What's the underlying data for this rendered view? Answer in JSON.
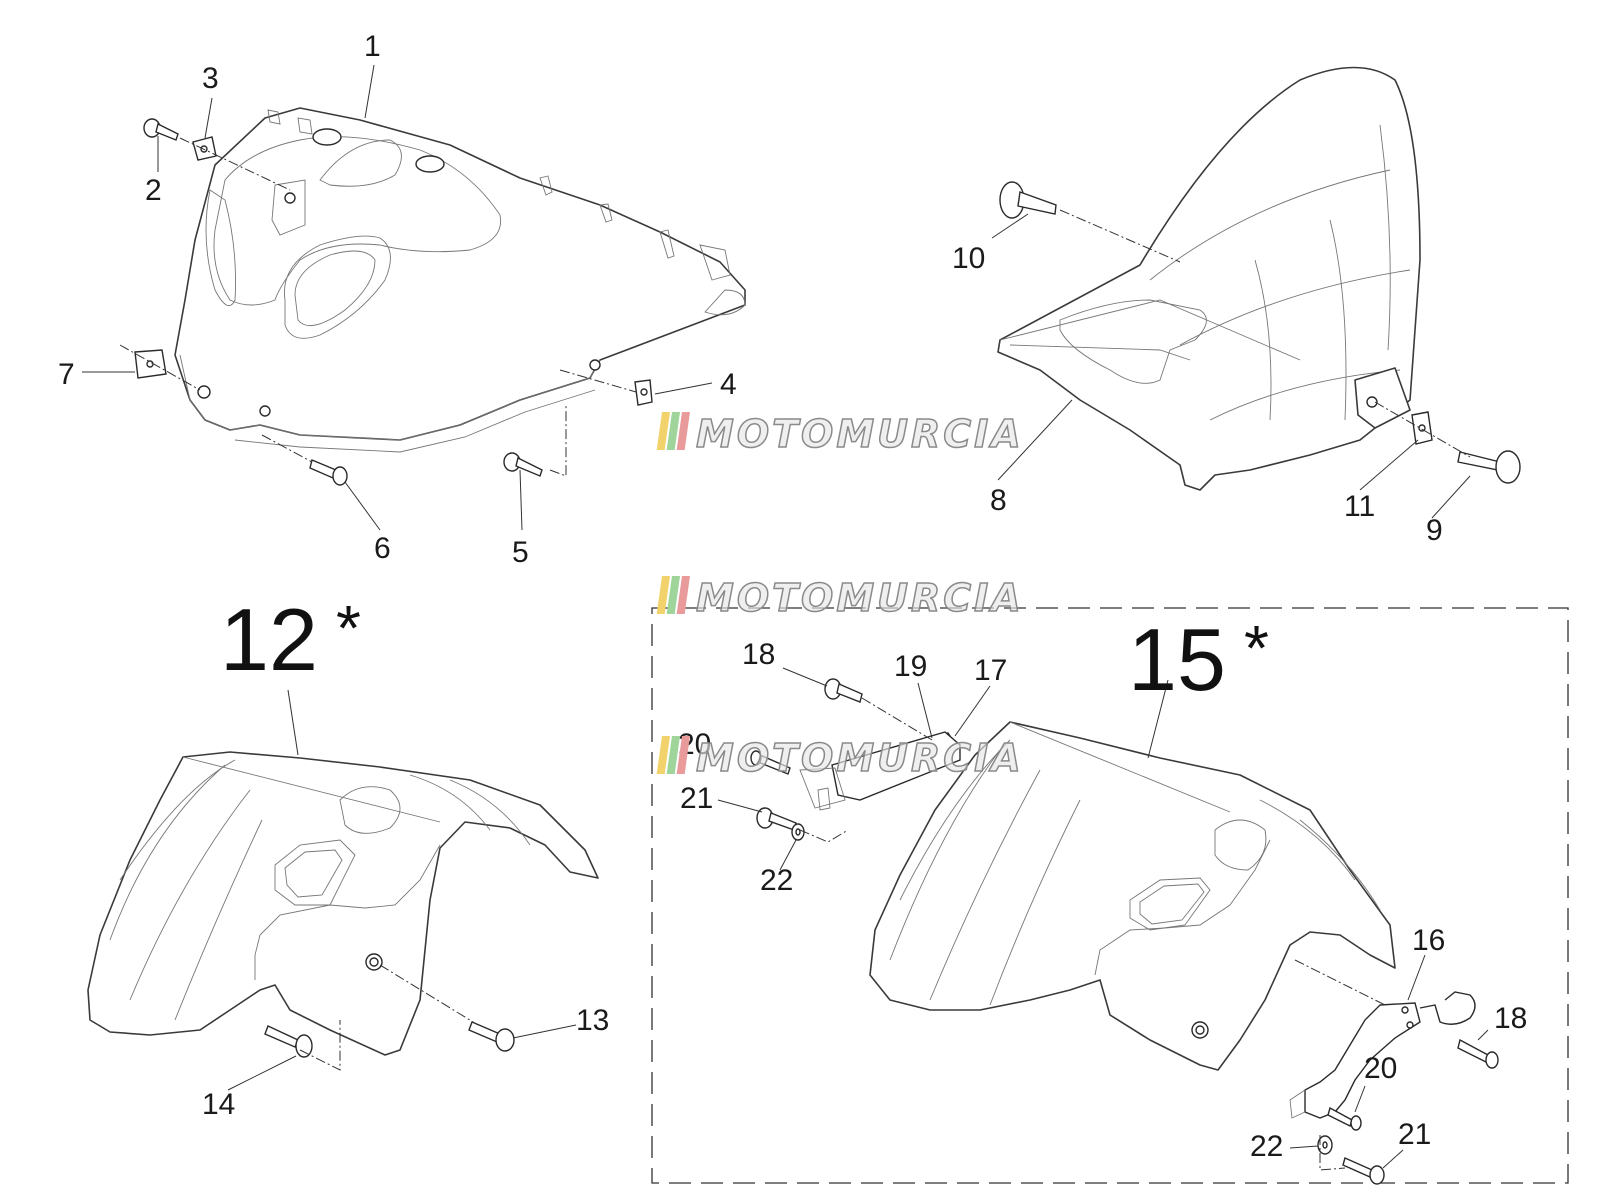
{
  "callouts": {
    "c1": "1",
    "c2": "2",
    "c3": "3",
    "c4": "4",
    "c5": "5",
    "c6": "6",
    "c7": "7",
    "c8": "8",
    "c9": "9",
    "c10": "10",
    "c11": "11",
    "c12": "12",
    "c12_star": "*",
    "c13": "13",
    "c14": "14",
    "c15": "15",
    "c15_star": "*",
    "c16": "16",
    "c17": "17",
    "c18a": "18",
    "c18b": "18",
    "c19": "19",
    "c20a": "20",
    "c20b": "20",
    "c21a": "21",
    "c21b": "21",
    "c22a": "22",
    "c22b": "22"
  },
  "watermark": {
    "text": "MOTOMURCIA",
    "stripe_colors": [
      "#f2d36b",
      "#9fd49a",
      "#e99a9a"
    ]
  },
  "colors": {
    "line": "#3a3a3a",
    "background": "#ffffff"
  }
}
